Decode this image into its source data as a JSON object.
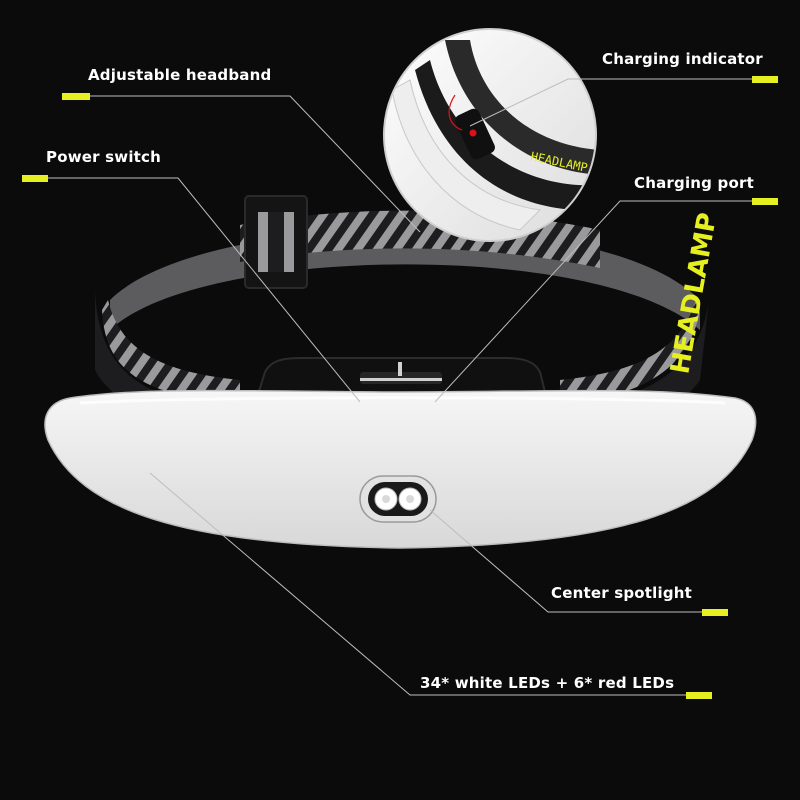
{
  "callouts": {
    "adjustable_headband": "Adjustable headband",
    "power_switch": "Power switch",
    "charging_indicator": "Charging indicator",
    "charging_port": "Charging port",
    "center_spotlight": "Center spotlight",
    "leds": "34* white LEDs + 6* red LEDs"
  },
  "product": {
    "band_print": "HEADLAMP",
    "inset_print": "HEADLAMP"
  },
  "colors": {
    "background": "#0b0b0c",
    "accent": "#e6f020",
    "label_text": "#ffffff",
    "leader_line": "#bdbdbd",
    "lamp_body": "#ececec",
    "band_black": "#1d1d1f",
    "band_grey": "#9a9a9c",
    "indicator_red": "#e0101a"
  }
}
